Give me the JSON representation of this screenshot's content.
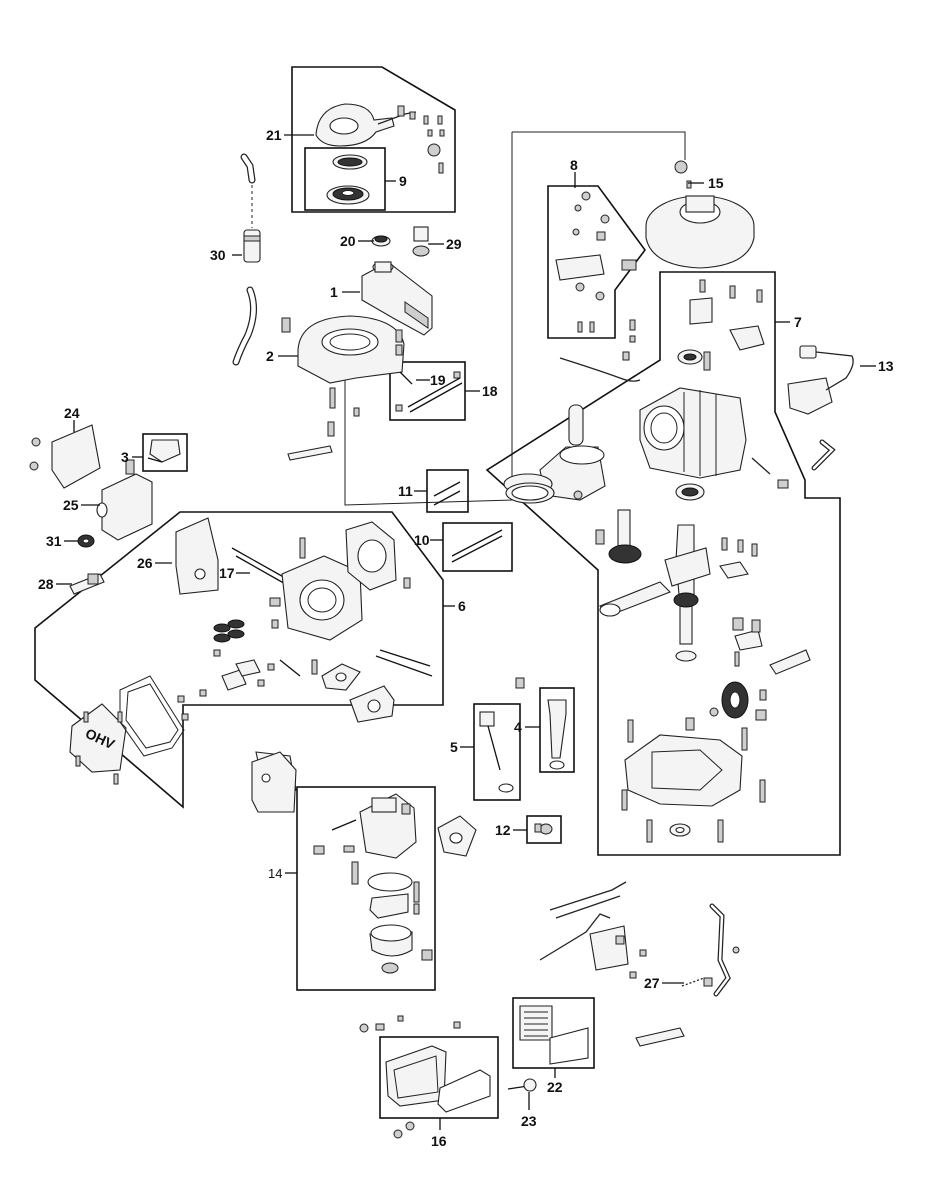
{
  "diagram": {
    "callouts": [
      "1",
      "2",
      "3",
      "4",
      "5",
      "6",
      "7",
      "8",
      "9",
      "10",
      "11",
      "12",
      "13",
      "14",
      "15",
      "16",
      "17",
      "18",
      "19",
      "20",
      "21",
      "22",
      "23",
      "24",
      "25",
      "26",
      "27",
      "28",
      "29",
      "30",
      "31"
    ],
    "embossed_logo_text": "OHV"
  }
}
